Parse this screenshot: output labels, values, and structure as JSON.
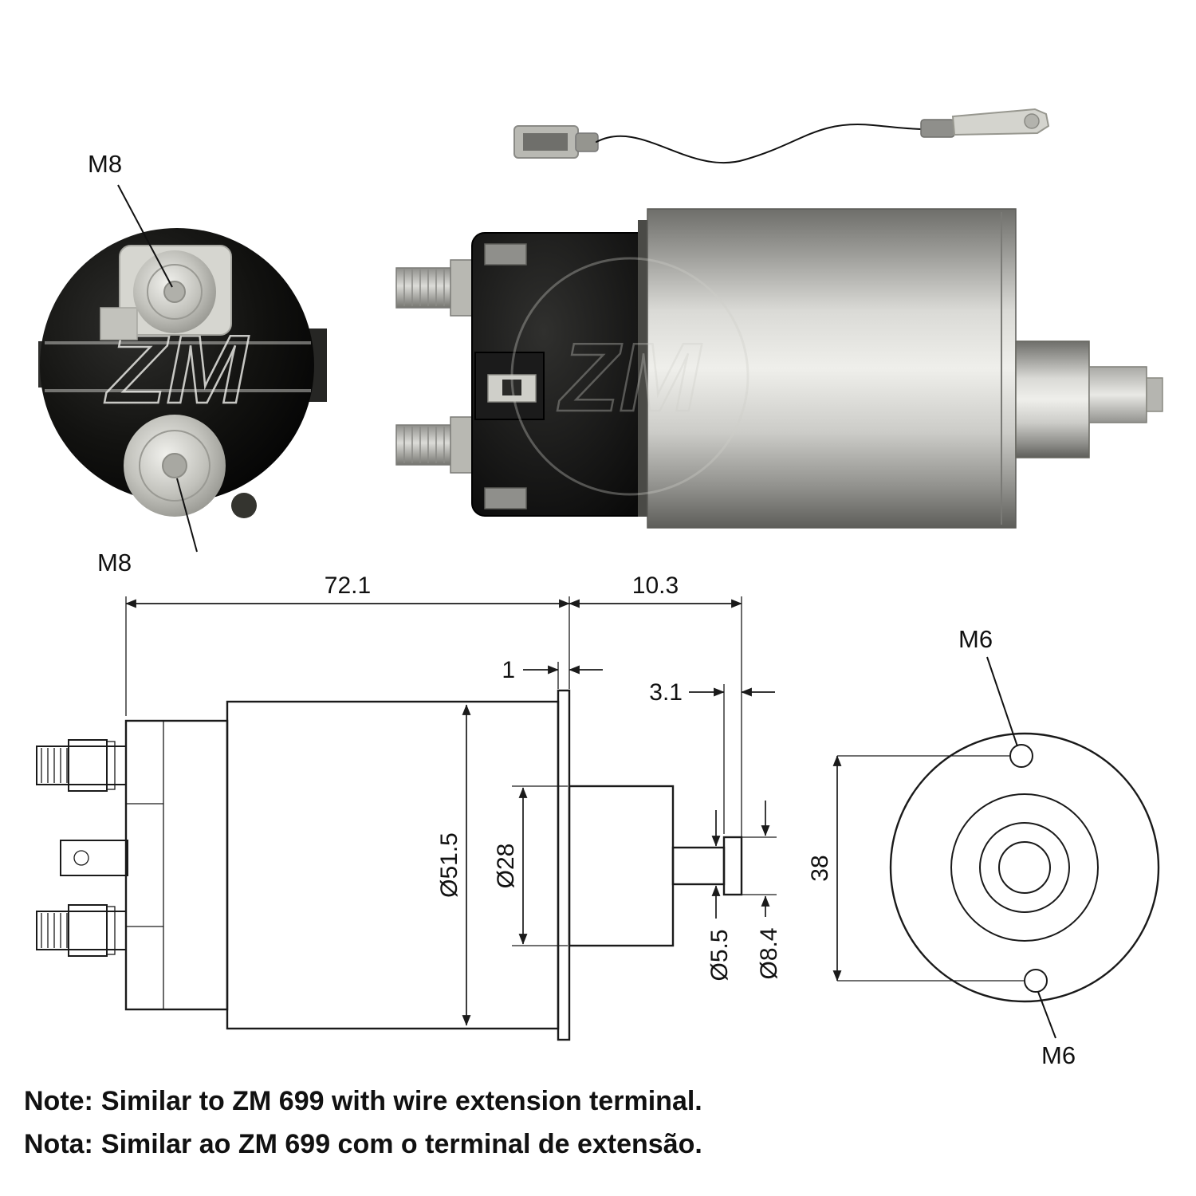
{
  "brand": {
    "watermark": "ZM"
  },
  "photos": {
    "end_view_labels": {
      "m8_top": "M8",
      "m8_bottom": "M8"
    }
  },
  "drawing": {
    "dim_overall_length": "72.1",
    "dim_plunger_length": "10.3",
    "dim_flange_thickness": "1",
    "dim_tip_length": "3.1",
    "dim_body_diameter": "Ø51.5",
    "dim_core_diameter": "Ø28",
    "dim_shaft_diameter": "Ø5.5",
    "dim_tip_diameter": "Ø8.4",
    "dim_hole_spacing": "38",
    "label_m6_top": "M6",
    "label_m6_bottom": "M6"
  },
  "notes": [
    {
      "label": "Note:",
      "text": "Similar to ZM 699 with wire extension terminal."
    },
    {
      "label": "Nota:",
      "text": "Similar ao ZM 699 com o terminal de extensão."
    }
  ]
}
